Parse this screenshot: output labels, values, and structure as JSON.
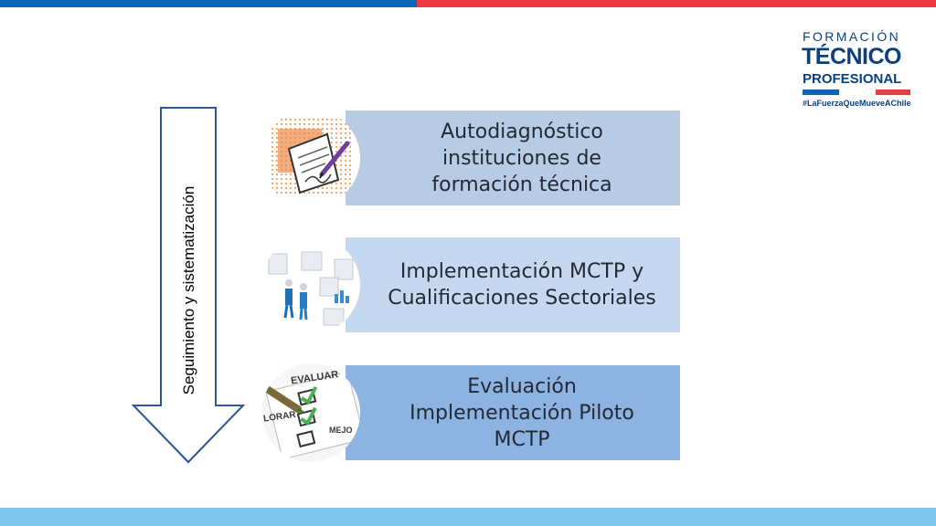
{
  "logo": {
    "line1": "FORMACIÓN",
    "line2": "TÉCNICO",
    "line3": "PROFESIONAL",
    "hashtag": "#LaFuerzaQueMueveAChile"
  },
  "side_label": "Seguimiento y sistematización",
  "steps": [
    {
      "label": "Autodiagnóstico instituciones de formación técnica",
      "icon": "document-signature-icon"
    },
    {
      "label": "Implementación MCTP y Cualificaciones Sectoriales",
      "icon": "puzzle-people-icon"
    },
    {
      "label": "Evaluación Implementación Piloto MCTP",
      "icon": "checklist-icon"
    }
  ],
  "checklist_words": [
    "EVALUAR",
    "LORAR",
    "MEJO"
  ],
  "colors": {
    "top_blue": "#0a67b7",
    "top_red": "#ee3b43",
    "bottom_bar": "#7cc6ec",
    "step1": "#b8cbe4",
    "step2": "#c6d8f0",
    "step3": "#8db3e2",
    "logo_navy": "#0a3f80"
  }
}
